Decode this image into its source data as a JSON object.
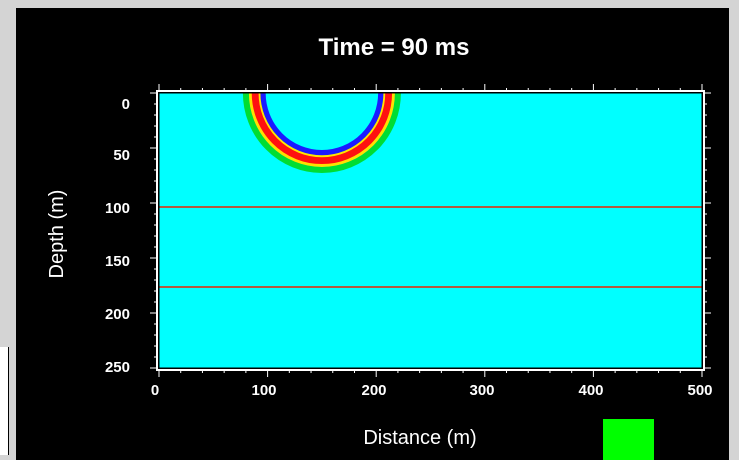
{
  "plot": {
    "title": "Time = 90 ms",
    "xlabel": "Distance (m)",
    "ylabel": "Depth (m)",
    "x_ticks": [
      "0",
      "100",
      "200",
      "300",
      "400",
      "500"
    ],
    "y_ticks": [
      "0",
      "50",
      "100",
      "150",
      "200",
      "250"
    ]
  },
  "colors": {
    "background": "#00ffff",
    "interface_line": "#b05a40",
    "status_indicator": "#00ff00"
  },
  "model": {
    "x_range": [
      0,
      500
    ],
    "depth_range": [
      0,
      250
    ],
    "interfaces_depth_m": [
      100,
      175
    ],
    "source": {
      "x_m": 150,
      "depth_m": 0
    },
    "wavefront_radius_m": [
      55,
      58,
      62,
      66,
      70
    ]
  }
}
